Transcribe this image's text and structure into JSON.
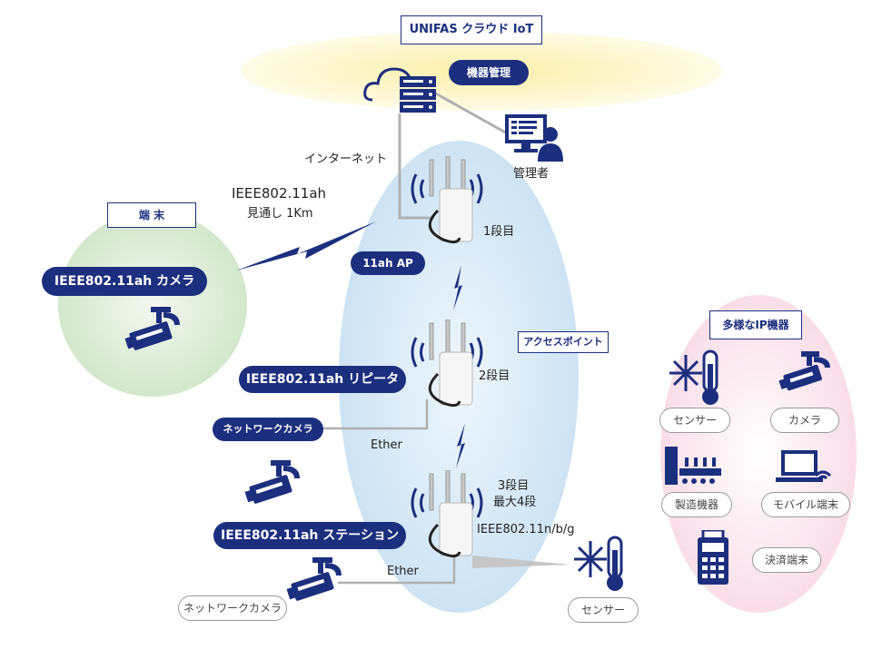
{
  "header": {
    "cloud_label": "UNIFAS クラウド IoT",
    "mgmt_label": "機器管理"
  },
  "admin": {
    "label": "管理者"
  },
  "internet": {
    "label": "インターネット"
  },
  "link": {
    "standard": "IEEE802.11ah",
    "range": "見通し 1Km"
  },
  "terminal": {
    "title": "端 末",
    "camera_label": "IEEE802.11ah カメラ"
  },
  "access_point": {
    "title": "アクセスポイント",
    "ap_label": "11ah AP",
    "stage1": "1段目",
    "repeater_label": "IEEE802.11ah リピータ",
    "stage2": "2段目",
    "stage3": "3段目",
    "max_stage": "最大4段",
    "station_label": "IEEE802.11ah ステーション",
    "wifi_label": "IEEE802.11n/b/g"
  },
  "network_camera_1": {
    "label": "ネットワークカメラ",
    "ether": "Ether"
  },
  "network_camera_2": {
    "label": "ネットワークカメラ",
    "ether": "Ether"
  },
  "sensor": {
    "label": "センサー"
  },
  "ip_devices": {
    "title": "多様なIP機器",
    "items": [
      {
        "label": "センサー",
        "icon": "sensor-icon"
      },
      {
        "label": "カメラ",
        "icon": "camera-icon"
      },
      {
        "label": "製造機器",
        "icon": "factory-icon"
      },
      {
        "label": "モバイル端末",
        "icon": "laptop-icon"
      },
      {
        "label": "決済端末",
        "icon": "payment-terminal-icon"
      }
    ]
  },
  "colors": {
    "navy": "#1c2f7e",
    "yellow_glow": "#fbf3c0",
    "green_glow": "#dcecd8",
    "blue_glow": "#d4e8f6",
    "pink_glow": "#fbe2ec"
  }
}
